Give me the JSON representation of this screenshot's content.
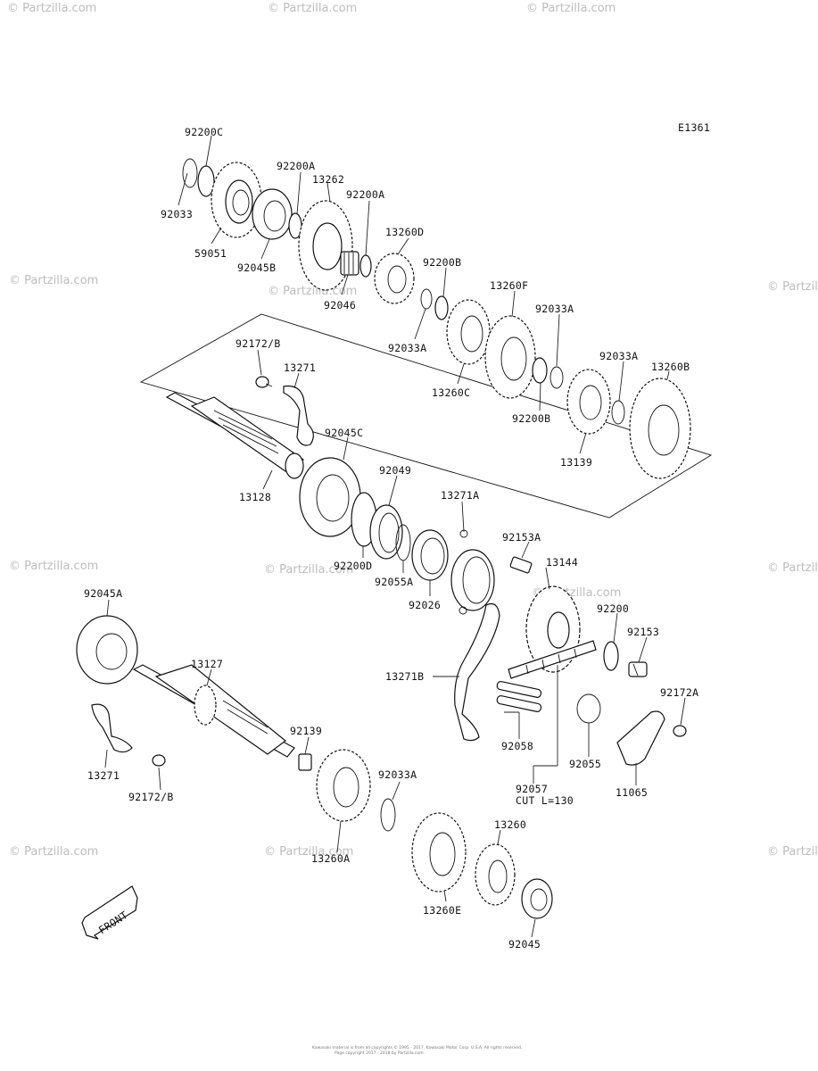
{
  "diagram_code": "E1361",
  "watermark": "© Partzilla.com",
  "footer": {
    "line1": "Kawasaki material is from all copyrights © 1995 - 2017. Kawasaki Motor Corp. U.S.A. All rights reserved.",
    "line2": "Page copyright 2017 - 2018 by Partzilla.com"
  },
  "front_label": "FRONT",
  "labels": {
    "l_92200C": "92200C",
    "l_92033_top": "92033",
    "l_59051": "59051",
    "l_92200A_1": "92200A",
    "l_13262": "13262",
    "l_92200A_2": "92200A",
    "l_92045B": "92045B",
    "l_13260D": "13260D",
    "l_92046": "92046",
    "l_92200B_1": "92200B",
    "l_13260F": "13260F",
    "l_92033A_1": "92033A",
    "l_92033A_2": "92033A",
    "l_13260C": "13260C",
    "l_92033A_3": "92033A",
    "l_13260B": "13260B",
    "l_92200B_2": "92200B",
    "l_13139": "13139",
    "l_92172B_1": "92172/B",
    "l_13271_1": "13271",
    "l_92045C": "92045C",
    "l_92049": "92049",
    "l_13128": "13128",
    "l_13271A": "13271A",
    "l_92153A": "92153A",
    "l_13144": "13144",
    "l_92200D": "92200D",
    "l_92055A": "92055A",
    "l_92026": "92026",
    "l_92045A": "92045A",
    "l_13127": "13127",
    "l_92200": "92200",
    "l_92153": "92153",
    "l_13271B": "13271B",
    "l_92172A": "92172A",
    "l_92139": "92139",
    "l_13271_2": "13271",
    "l_92172B_2": "92172/B",
    "l_92058": "92058",
    "l_92055": "92055",
    "l_11065": "11065",
    "l_92057": "92057",
    "l_cut": "CUT L=130",
    "l_92033A_4": "92033A",
    "l_13260": "13260",
    "l_13260A": "13260A",
    "l_13260E": "13260E",
    "l_92045": "92045"
  }
}
